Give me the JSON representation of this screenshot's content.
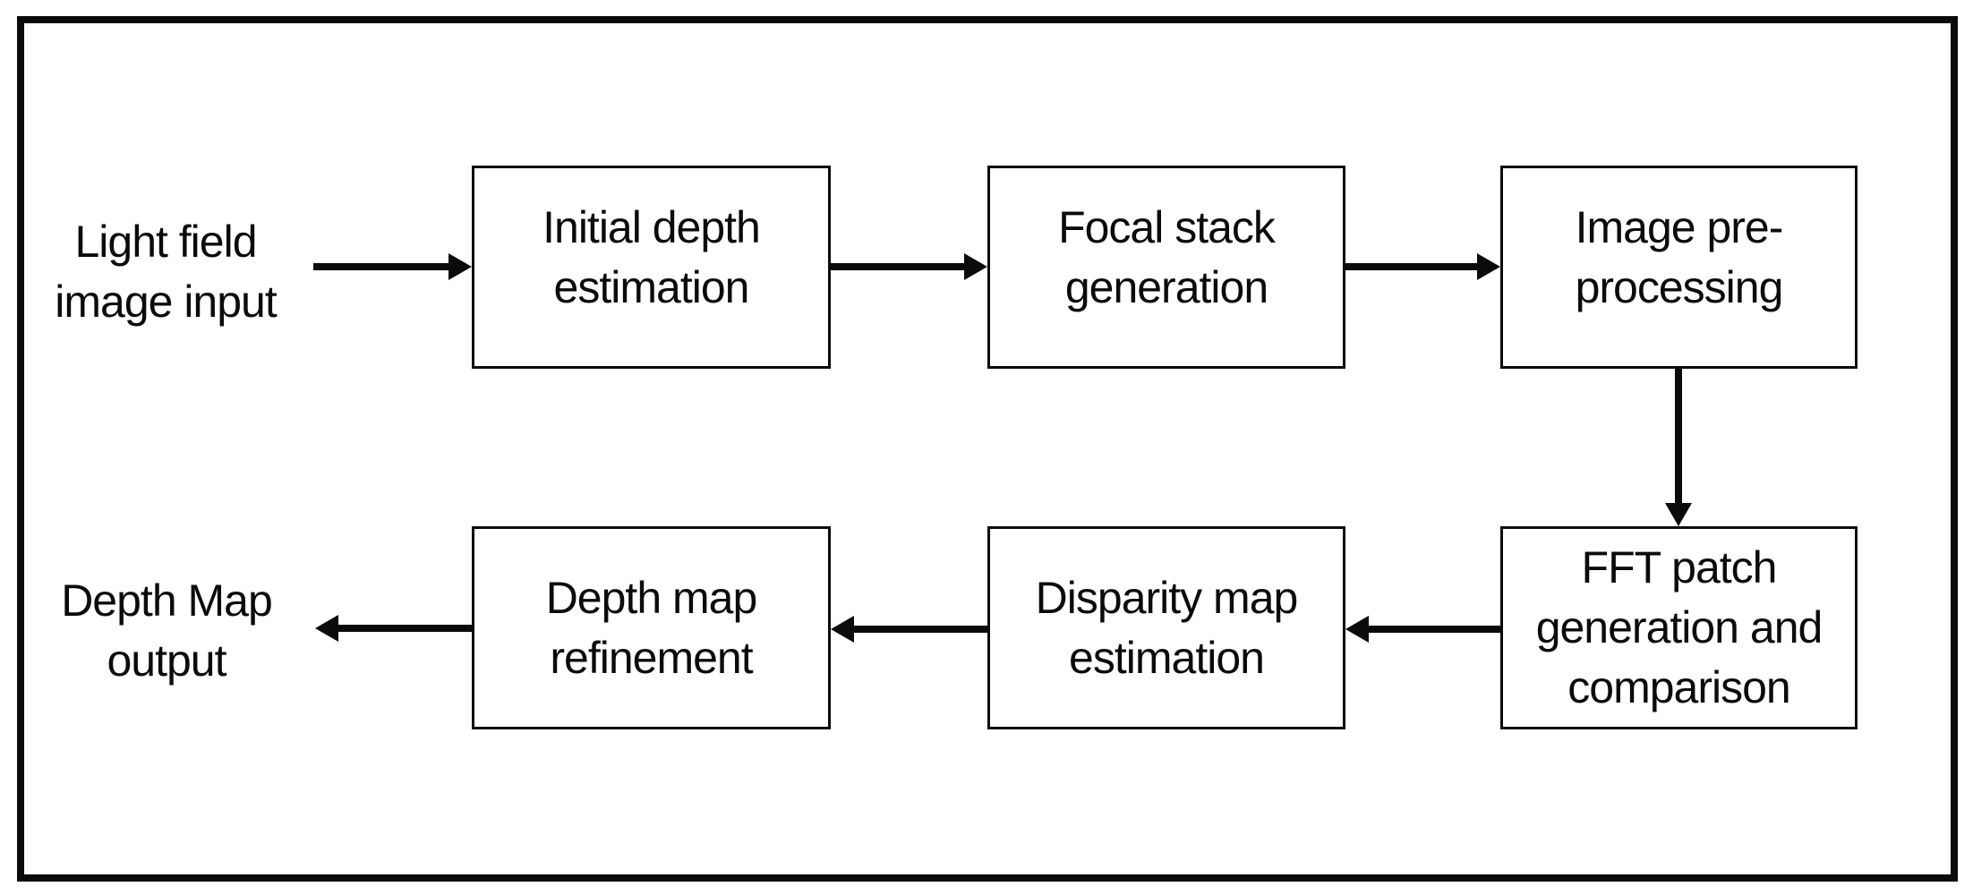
{
  "diagram": {
    "colors": {
      "ink": "#0b0b0b",
      "background": "#ffffff"
    },
    "input_label": {
      "lines": [
        "Light field",
        "image input"
      ]
    },
    "output_label": {
      "lines": [
        "Depth Map",
        "output"
      ]
    },
    "boxes": {
      "initial_depth": {
        "lines": [
          "Initial depth",
          "estimation"
        ]
      },
      "focal_stack": {
        "lines": [
          "Focal stack",
          "generation"
        ]
      },
      "image_preprocessing": {
        "lines": [
          "Image pre-",
          "processing"
        ]
      },
      "fft_patch": {
        "lines": [
          "FFT patch",
          "generation and",
          "comparison"
        ]
      },
      "disparity_map": {
        "lines": [
          "Disparity map",
          "estimation"
        ]
      },
      "depth_refinement": {
        "lines": [
          "Depth map",
          "refinement"
        ]
      }
    },
    "arrows": [
      {
        "name": "input-to-initial-depth",
        "direction": "right"
      },
      {
        "name": "initial-depth-to-focal-stack",
        "direction": "right"
      },
      {
        "name": "focal-stack-to-image-preprocessing",
        "direction": "right"
      },
      {
        "name": "image-preprocessing-to-fft-patch",
        "direction": "down"
      },
      {
        "name": "fft-patch-to-disparity-map",
        "direction": "left"
      },
      {
        "name": "disparity-map-to-depth-refinement",
        "direction": "left"
      },
      {
        "name": "depth-refinement-to-output",
        "direction": "left"
      }
    ]
  }
}
